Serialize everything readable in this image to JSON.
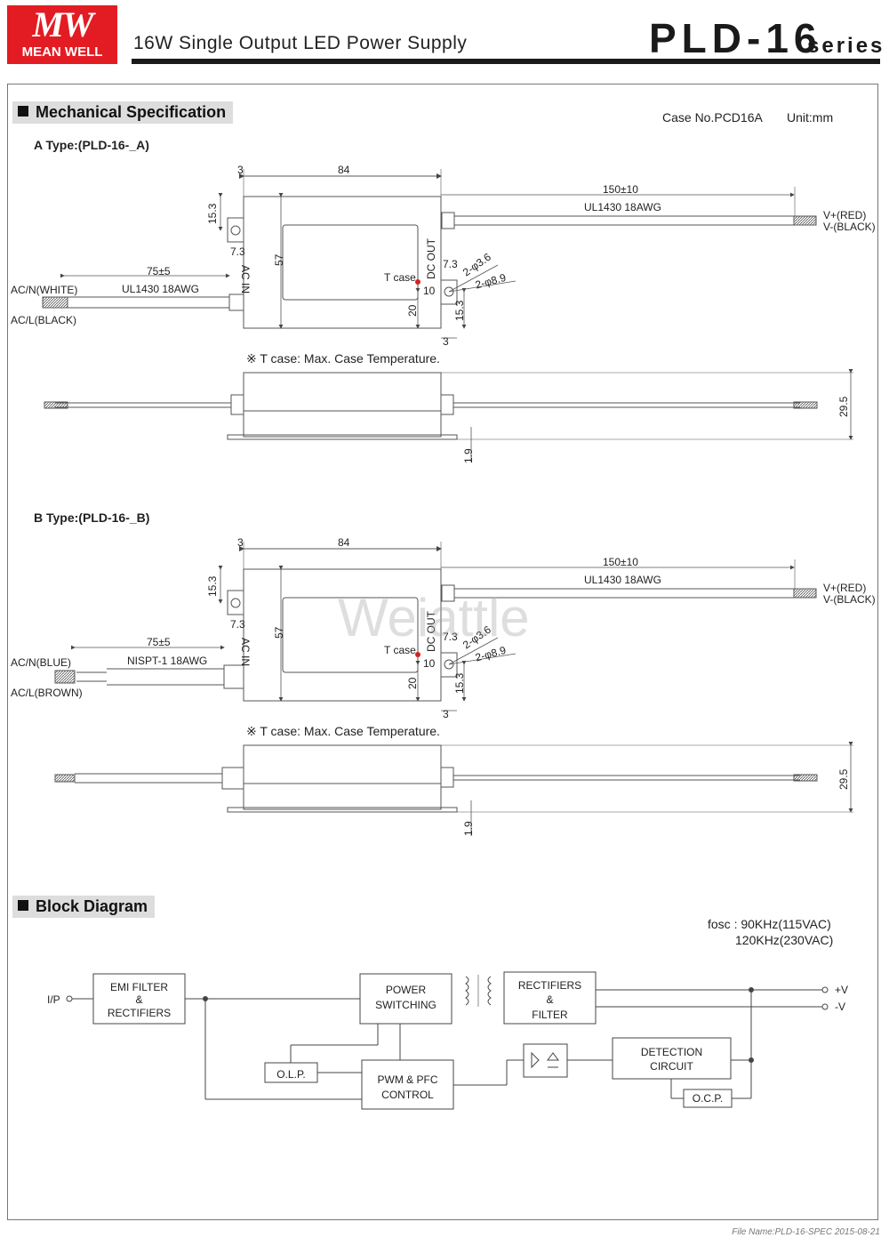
{
  "header": {
    "logo_mark": "MW",
    "logo_name": "MEAN WELL",
    "subtitle": "16W Single Output LED Power Supply",
    "model": "PLD-16",
    "series": "series"
  },
  "mechanical": {
    "section_title": "Mechanical Specification",
    "case_no": "Case No.PCD16A",
    "unit": "Unit:mm",
    "type_a": {
      "title": "A Type:(PLD-16-_A)",
      "ac_n": "AC/N(WHITE)",
      "ac_l": "AC/L(BLACK)",
      "input_cable": "UL1430 18AWG",
      "input_len": "75±5"
    },
    "type_b": {
      "title": "B Type:(PLD-16-_B)",
      "ac_n": "AC/N(BLUE)",
      "ac_l": "AC/L(BROWN)",
      "input_cable": "NISPT-1 18AWG",
      "input_len": "75±5"
    },
    "dims": {
      "d3": "3",
      "d84": "84",
      "d153": "15.3",
      "d73": "7.3",
      "d57": "57",
      "d20": "20",
      "d10": "10",
      "d36": "2-φ3.6",
      "d89": "2-φ8.9",
      "d150": "150±10",
      "d295": "29.5",
      "d19": "1.9"
    },
    "output_cable": "UL1430 18AWG",
    "v_plus": "V+(RED)",
    "v_minus": "V-(BLACK)",
    "ac_in": "AC IN",
    "dc_out": "DC OUT",
    "tcase_label": "T case",
    "tcase_note": "※ T case: Max. Case Temperature."
  },
  "block_diagram": {
    "section_title": "Block Diagram",
    "fosc_1": "fosc :  90KHz(115VAC)",
    "fosc_2": "120KHz(230VAC)",
    "ip": "I/P",
    "emi_1": "EMI FILTER",
    "emi_2": "&",
    "emi_3": "RECTIFIERS",
    "power_1": "POWER",
    "power_2": "SWITCHING",
    "rect_1": "RECTIFIERS",
    "rect_2": "&",
    "rect_3": "FILTER",
    "olp": "O.L.P.",
    "pwm_1": "PWM & PFC",
    "pwm_2": "CONTROL",
    "det_1": "DETECTION",
    "det_2": "CIRCUIT",
    "ocp": "O.C.P.",
    "vplus": "+V",
    "vminus": "-V"
  },
  "watermark": "Weiattle",
  "footer": "File Name:PLD-16-SPEC   2015-08-21"
}
